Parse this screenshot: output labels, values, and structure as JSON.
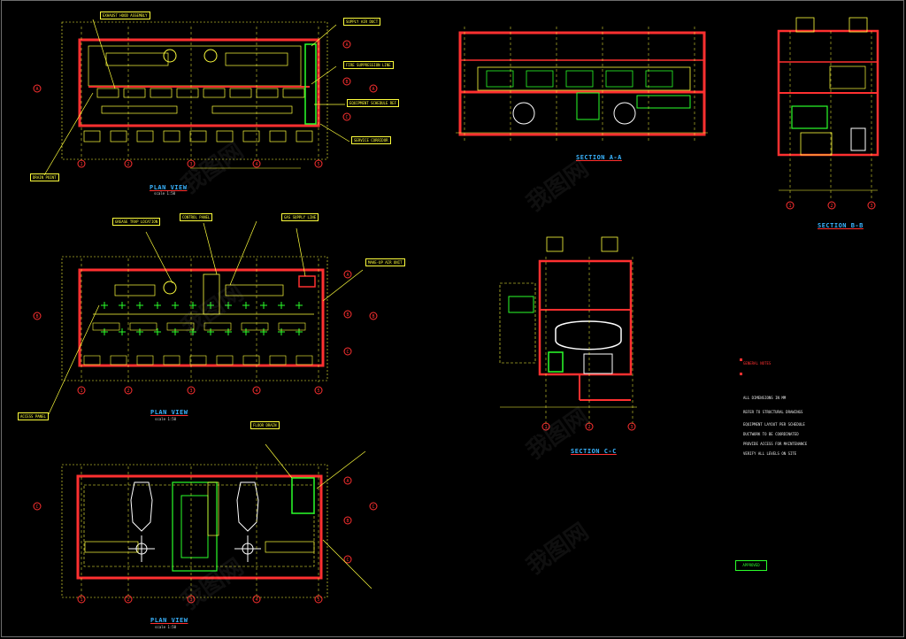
{
  "drawing": {
    "views": [
      {
        "id": "plan1",
        "title": "PLAN VIEW",
        "subtitle": "scale 1:50"
      },
      {
        "id": "plan2",
        "title": "PLAN VIEW",
        "subtitle": "scale 1:50"
      },
      {
        "id": "plan3",
        "title": "PLAN VIEW",
        "subtitle": "scale 1:50"
      },
      {
        "id": "secA",
        "title": "SECTION A-A",
        "subtitle": ""
      },
      {
        "id": "secB",
        "title": "SECTION B-B",
        "subtitle": ""
      },
      {
        "id": "secC",
        "title": "SECTION C-C",
        "subtitle": ""
      }
    ],
    "grid_labels_plan": [
      "1",
      "2",
      "3",
      "4",
      "5"
    ],
    "grid_labels_row": [
      "A",
      "B",
      "C",
      "D"
    ],
    "section_labels": [
      "1",
      "2",
      "3"
    ],
    "notes": {
      "heading": "GENERAL NOTES",
      "lines": [
        "ALL DIMENSIONS IN MM",
        "REFER TO STRUCTURAL DRAWINGS",
        "EQUIPMENT LAYOUT PER SCHEDULE",
        "DUCTWORK TO BE COORDINATED",
        "PROVIDE ACCESS FOR MAINTENANCE",
        "VERIFY ALL LEVELS ON SITE"
      ]
    },
    "callouts": [
      "EXHAUST HOOD ASSEMBLY",
      "SUPPLY AIR DUCT",
      "FIRE SUPPRESSION LINE",
      "EQUIPMENT SCHEDULE REF",
      "SERVICE CORRIDOR",
      "DRAIN POINT",
      "GREASE TRAP LOCATION",
      "CONTROL PANEL",
      "GAS SUPPLY LINE",
      "MAKE-UP AIR UNIT",
      "ACCESS PANEL",
      "FLOOR DRAIN"
    ],
    "stamp": "APPROVED",
    "watermark": "我图网",
    "colors": {
      "bg": "#000000",
      "wall": "#ff3030",
      "line": "#ffff3c",
      "equip": "#2aff2a",
      "text": "#ffffff",
      "title": "#3ab4ff"
    }
  }
}
